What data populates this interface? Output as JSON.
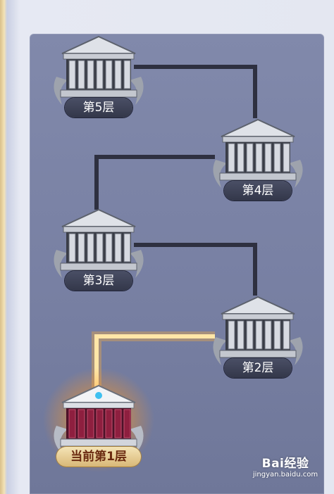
{
  "floors": [
    {
      "label": "第5层",
      "state": "locked"
    },
    {
      "label": "第4层",
      "state": "locked"
    },
    {
      "label": "第3层",
      "state": "locked"
    },
    {
      "label": "第2层",
      "state": "locked"
    },
    {
      "label": "当前第1层",
      "state": "current"
    }
  ],
  "watermark": {
    "logo": "Bai经验",
    "url": "jingyan.baidu.com"
  },
  "colors": {
    "path_locked": "#2e3040",
    "path_active": "#ffd27a",
    "current_pillar": "#8e1f3f",
    "current_label_bg": "#e9d29a"
  }
}
